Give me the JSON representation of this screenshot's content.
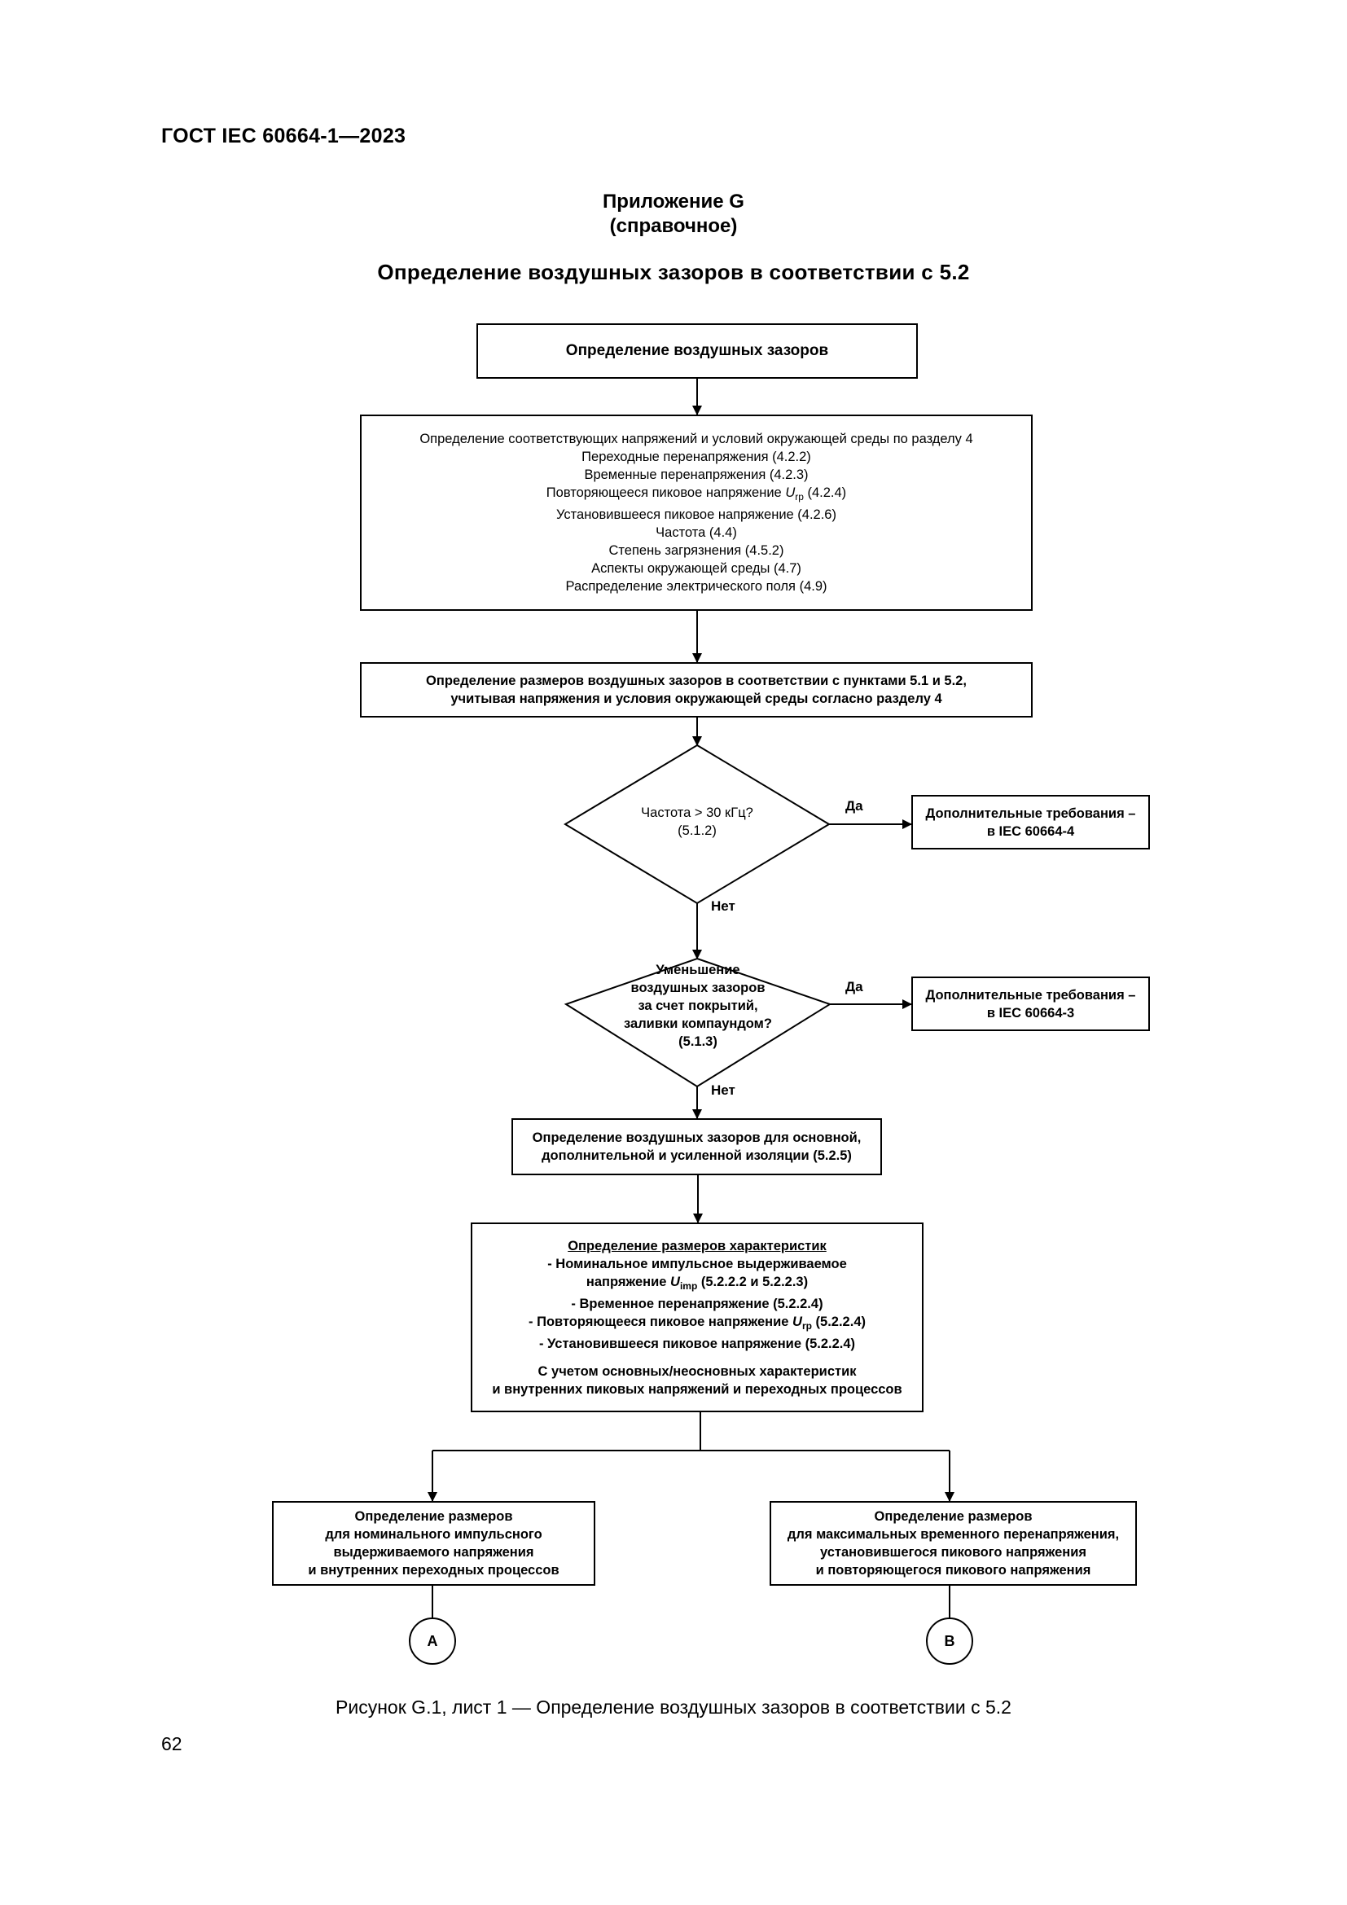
{
  "header": {
    "doc_code": "ГОСТ IEC 60664-1—2023"
  },
  "annex": {
    "name": "Приложение G",
    "type": "(справочное)",
    "title": "Определение воздушных зазоров в соответствии с 5.2"
  },
  "flow": {
    "start": "Определение воздушных зазоров",
    "env_box": {
      "line1": "Определение соответствующих напряжений и условий окружающей среды по разделу 4",
      "line2": "Переходные перенапряжения (4.2.2)",
      "line3": "Временные перенапряжения (4.2.3)",
      "line4_pre": "Повторяющееся пиковое напряжение ",
      "line4_u": "U",
      "line4_sub": "rp",
      "line4_post": " (4.2.4)",
      "line5": "Установившееся пиковое напряжение (4.2.6)",
      "line6": "Частота (4.4)",
      "line7": "Степень загрязнения (4.5.2)",
      "line8": "Аспекты окружающей среды (4.7)",
      "line9": "Распределение электрического поля (4.9)"
    },
    "dim_box": {
      "line1": "Определение размеров воздушных зазоров в соответствии с пунктами 5.1 и 5.2,",
      "line2": "учитывая напряжения и условия окружающей среды согласно разделу 4"
    },
    "decision1": {
      "line1": "Частота > 30 кГц?",
      "line2": "(5.1.2)",
      "yes": "Да",
      "no": "Нет"
    },
    "req1": {
      "line1": "Дополнительные требования –",
      "line2": "в IEC 60664-4"
    },
    "decision2": {
      "line1": "Уменьшение",
      "line2": "воздушных зазоров",
      "line3": "за счет покрытий,",
      "line4": "заливки компаундом?",
      "line5": "(5.1.3)",
      "yes": "Да",
      "no": "Нет"
    },
    "req2": {
      "line1": "Дополнительные требования –",
      "line2": "в IEC 60664-3"
    },
    "insulation_box": {
      "line1": "Определение воздушных зазоров для основной,",
      "line2": "дополнительной и усиленной изоляции (5.2.5)"
    },
    "char_box": {
      "title": "Определение размеров характеристик",
      "line1": "- Номинальное импульсное выдерживаемое",
      "line2_pre": "напряжение ",
      "line2_u": "U",
      "line2_sub": "imp",
      "line2_post": " (5.2.2.2 и 5.2.2.3)",
      "line3": "- Временное перенапряжение (5.2.2.4)",
      "line4_pre": "- Повторяющееся пиковое напряжение ",
      "line4_u": "U",
      "line4_sub": "rp",
      "line4_post": " (5.2.2.4)",
      "line5": "- Установившееся пиковое напряжение (5.2.2.4)",
      "line6": "С учетом основных/неосновных характеристик",
      "line7": "и внутренних пиковых напряжений и переходных процессов"
    },
    "left_box": {
      "line1": "Определение размеров",
      "line2": "для номинального импульсного",
      "line3": "выдерживаемого напряжения",
      "line4": "и внутренних переходных процессов"
    },
    "right_box": {
      "line1": "Определение размеров",
      "line2": "для максимальных временного перенапряжения,",
      "line3": "установившегося пикового напряжения",
      "line4": "и повторяющегося пикового напряжения"
    },
    "connector_a": "A",
    "connector_b": "B"
  },
  "caption": "Рисунок G.1, лист 1 — Определение воздушных зазоров в соответствии с 5.2",
  "page_number": "62"
}
